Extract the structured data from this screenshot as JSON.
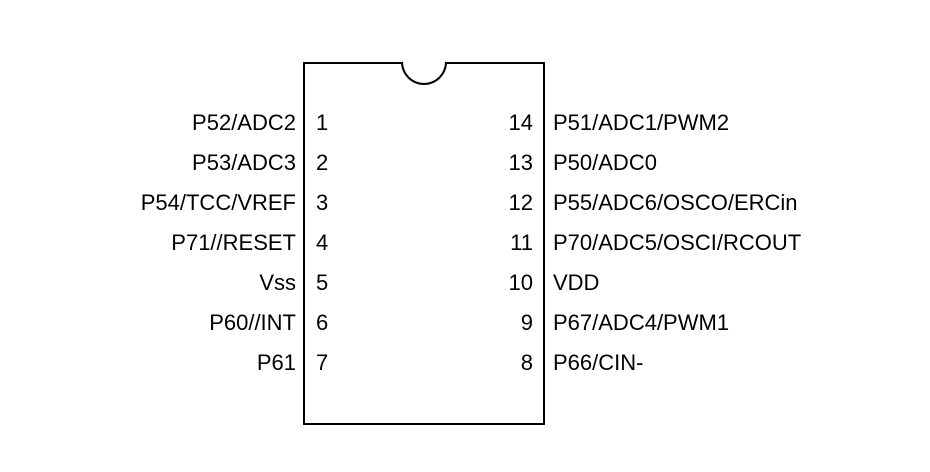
{
  "pins": {
    "left": [
      {
        "number": "1",
        "label": "P52/ADC2"
      },
      {
        "number": "2",
        "label": "P53/ADC3"
      },
      {
        "number": "3",
        "label": "P54/TCC/VREF"
      },
      {
        "number": "4",
        "label": "P71//RESET"
      },
      {
        "number": "5",
        "label": "Vss"
      },
      {
        "number": "6",
        "label": "P60//INT"
      },
      {
        "number": "7",
        "label": "P61"
      }
    ],
    "right": [
      {
        "number": "14",
        "label": "P51/ADC1/PWM2"
      },
      {
        "number": "13",
        "label": "P50/ADC0"
      },
      {
        "number": "12",
        "label": "P55/ADC6/OSCO/ERCin"
      },
      {
        "number": "11",
        "label": "P70/ADC5/OSCI/RCOUT"
      },
      {
        "number": "10",
        "label": "VDD"
      },
      {
        "number": "9",
        "label": "P67/ADC4/PWM1"
      },
      {
        "number": "8",
        "label": "P66/CIN-"
      }
    ]
  },
  "colors": {
    "line": "#000000",
    "background": "#ffffff",
    "text": "#000000"
  }
}
